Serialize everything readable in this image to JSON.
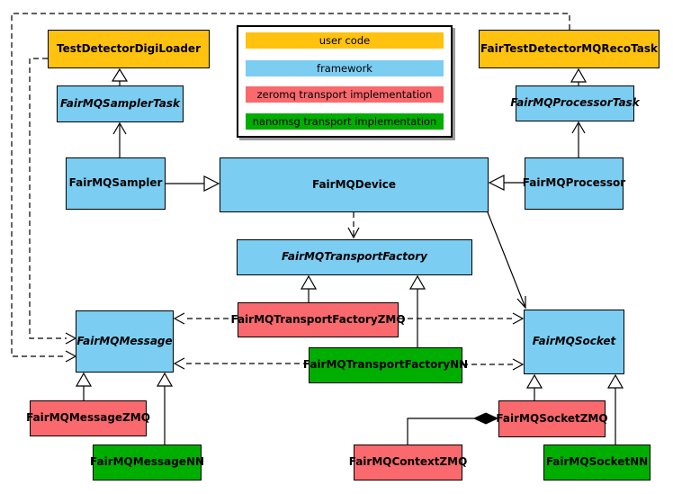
{
  "diagram": {
    "type": "uml-class-diagram",
    "legend": {
      "items": [
        {
          "label": "user code",
          "color": "#FFC20E",
          "category": "user-code"
        },
        {
          "label": "framework",
          "color": "#7BCDF2",
          "category": "framework"
        },
        {
          "label": "zeromq transport implementation",
          "color": "#F9696D",
          "category": "zeromq"
        },
        {
          "label": "nanomsg transport implementation",
          "color": "#00AE00",
          "category": "nanomsg"
        }
      ]
    },
    "nodes": {
      "testDetectorDigiLoader": {
        "label": "TestDetectorDigiLoader",
        "category": "user-code",
        "abstract": false
      },
      "fairTestDetectorMQRecoTask": {
        "label": "FairTestDetectorMQRecoTask",
        "category": "user-code",
        "abstract": false
      },
      "samplerTask": {
        "label": "FairMQSamplerTask",
        "category": "framework",
        "abstract": true
      },
      "processorTask": {
        "label": "FairMQProcessorTask",
        "category": "framework",
        "abstract": true
      },
      "sampler": {
        "label": "FairMQSampler",
        "category": "framework",
        "abstract": false
      },
      "device": {
        "label": "FairMQDevice",
        "category": "framework",
        "abstract": false
      },
      "processor": {
        "label": "FairMQProcessor",
        "category": "framework",
        "abstract": false
      },
      "transportFactory": {
        "label": "FairMQTransportFactory",
        "category": "framework",
        "abstract": true
      },
      "transportFactoryZMQ": {
        "label": "FairMQTransportFactoryZMQ",
        "category": "zeromq",
        "abstract": false
      },
      "transportFactoryNN": {
        "label": "FairMQTransportFactoryNN",
        "category": "nanomsg",
        "abstract": false
      },
      "message": {
        "label": "FairMQMessage",
        "category": "framework",
        "abstract": true
      },
      "socket": {
        "label": "FairMQSocket",
        "category": "framework",
        "abstract": true
      },
      "messageZMQ": {
        "label": "FairMQMessageZMQ",
        "category": "zeromq",
        "abstract": false
      },
      "messageNN": {
        "label": "FairMQMessageNN",
        "category": "nanomsg",
        "abstract": false
      },
      "contextZMQ": {
        "label": "FairMQContextZMQ",
        "category": "zeromq",
        "abstract": false
      },
      "socketZMQ": {
        "label": "FairMQSocketZMQ",
        "category": "zeromq",
        "abstract": false
      },
      "socketNN": {
        "label": "FairMQSocketNN",
        "category": "nanomsg",
        "abstract": false
      }
    },
    "edges": [
      {
        "from": "FairMQSamplerTask",
        "to": "TestDetectorDigiLoader",
        "line": "solid",
        "head": "hollow-triangle"
      },
      {
        "from": "FairMQProcessorTask",
        "to": "FairTestDetectorMQRecoTask",
        "line": "solid",
        "head": "hollow-triangle"
      },
      {
        "from": "FairMQSampler",
        "to": "FairMQSamplerTask",
        "line": "solid",
        "head": "open-arrow"
      },
      {
        "from": "FairMQProcessor",
        "to": "FairMQProcessorTask",
        "line": "solid",
        "head": "open-arrow"
      },
      {
        "from": "FairMQSampler",
        "to": "FairMQDevice",
        "line": "solid",
        "head": "hollow-triangle"
      },
      {
        "from": "FairMQProcessor",
        "to": "FairMQDevice",
        "line": "solid",
        "head": "hollow-triangle"
      },
      {
        "from": "FairMQDevice",
        "to": "FairMQTransportFactory",
        "line": "dashed",
        "head": "open-arrow"
      },
      {
        "from": "FairMQDevice",
        "to": "FairMQSocket",
        "line": "solid",
        "head": "open-arrow"
      },
      {
        "from": "FairMQTransportFactoryZMQ",
        "to": "FairMQTransportFactory",
        "line": "solid",
        "head": "hollow-triangle"
      },
      {
        "from": "FairMQTransportFactoryNN",
        "to": "FairMQTransportFactory",
        "line": "solid",
        "head": "hollow-triangle"
      },
      {
        "from": "FairMQTransportFactoryZMQ",
        "to": "FairMQMessage",
        "line": "dashed",
        "head": "open-arrow"
      },
      {
        "from": "FairMQTransportFactoryZMQ",
        "to": "FairMQSocket",
        "line": "dashed",
        "head": "open-arrow"
      },
      {
        "from": "FairMQTransportFactoryNN",
        "to": "FairMQMessage",
        "line": "dashed",
        "head": "open-arrow"
      },
      {
        "from": "FairMQTransportFactoryNN",
        "to": "FairMQSocket",
        "line": "dashed",
        "head": "open-arrow"
      },
      {
        "from": "TestDetectorDigiLoader",
        "to": "FairMQMessage",
        "line": "dashed",
        "head": "open-arrow"
      },
      {
        "from": "FairTestDetectorMQRecoTask",
        "to": "FairMQMessage",
        "line": "dashed",
        "head": "open-arrow"
      },
      {
        "from": "FairMQMessageZMQ",
        "to": "FairMQMessage",
        "line": "solid",
        "head": "hollow-triangle"
      },
      {
        "from": "FairMQMessageNN",
        "to": "FairMQMessage",
        "line": "solid",
        "head": "hollow-triangle"
      },
      {
        "from": "FairMQSocketZMQ",
        "to": "FairMQSocket",
        "line": "solid",
        "head": "hollow-triangle"
      },
      {
        "from": "FairMQSocketNN",
        "to": "FairMQSocket",
        "line": "solid",
        "head": "hollow-triangle"
      },
      {
        "from": "FairMQContextZMQ",
        "to": "FairMQSocketZMQ",
        "line": "solid",
        "head": "filled-diamond"
      }
    ],
    "colors": {
      "background": "#FFFFFF",
      "border": "#000000",
      "line": "#000000",
      "user_code": "#FFC20E",
      "framework": "#7BCDF2",
      "zeromq": "#F9696D",
      "nanomsg": "#00AE00",
      "legend_shadow": "#9B9B9B"
    }
  }
}
